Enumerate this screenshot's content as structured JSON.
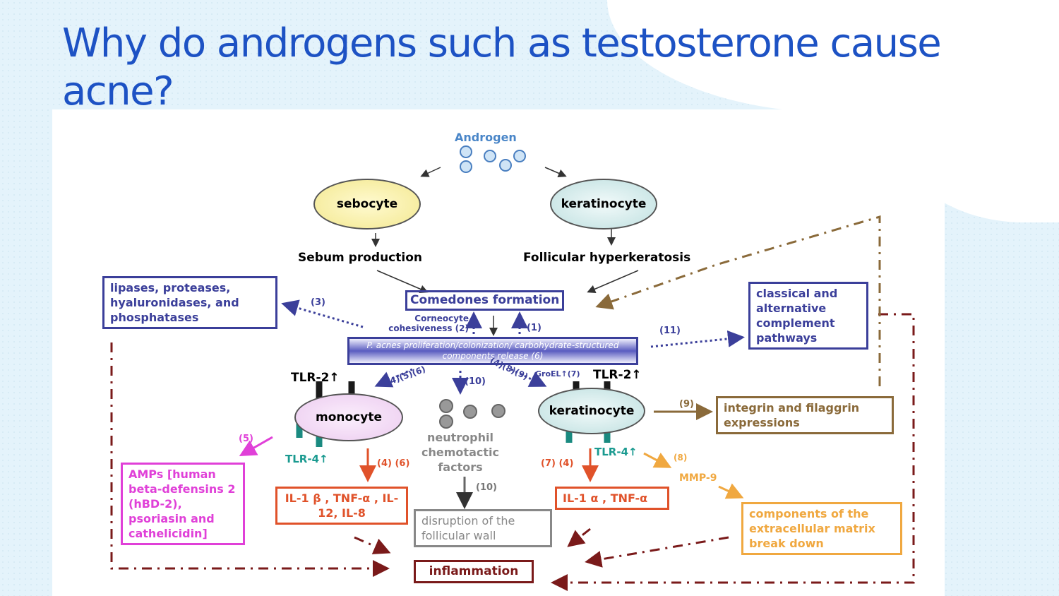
{
  "slide": {
    "title": "Why do androgens such as testosterone cause acne?"
  },
  "diagram": {
    "androgen": "Androgen",
    "sebocyte": "sebocyte",
    "keratinocyte_top": "keratinocyte",
    "sebum": "Sebum production",
    "hyperkeratosis": "Follicular hyperkeratosis",
    "comedones": "Comedones formation",
    "lipases": "lipases, proteases, hyaluronidases, and phosphatases",
    "label_3": "(3)",
    "corneocyte": "Corneocyte cohesiveness (2)",
    "label_1": "(1)",
    "pacnes": "P. acnes proliferation/colonization/ carbohydrate-structured components release (6)",
    "label_11": "(11)",
    "complement": "classical and alternative complement pathways",
    "tlr2_left": "TLR-2",
    "label_456": "(4)(5)(6)",
    "label_10a": "(10)",
    "label_489": "(4)(8)(9)",
    "groel": "GroEL",
    "label_7": "(7)",
    "tlr2_right": "TLR-2",
    "monocyte": "monocyte",
    "keratinocyte": "keratinocyte",
    "neutrophil": "neutrophil chemotactic factors",
    "label_9": "(9)",
    "integrin": "integrin and filaggrin expressions",
    "label_5": "(5)",
    "tlr4_left": "TLR-4",
    "label_46": "(4) (6)",
    "label_74": "(7) (4)",
    "tlr4_right": "TLR-4",
    "label_8": "(8)",
    "mmp9": "MMP-9",
    "amps": "AMPs [human beta-defensins 2 (hBD-2), psoriasin and cathelicidin]",
    "il1b": "IL-1 β , TNF-α , IL-12, IL-8",
    "label_10b": "(10)",
    "disruption": "disruption of the follicular wall",
    "il1a": "IL-1 α , TNF-α",
    "ecm": "components of the extracellular matrix break down",
    "inflammation": "inflammation"
  },
  "colors": {
    "title": "#1d52c4",
    "navy": "#3b3f9a",
    "magenta": "#e040d8",
    "orange": "#e0522a",
    "gold": "#f0a840",
    "brown": "#8a6a3a",
    "maroon": "#7a1a1a",
    "teal": "#1a9a90"
  }
}
